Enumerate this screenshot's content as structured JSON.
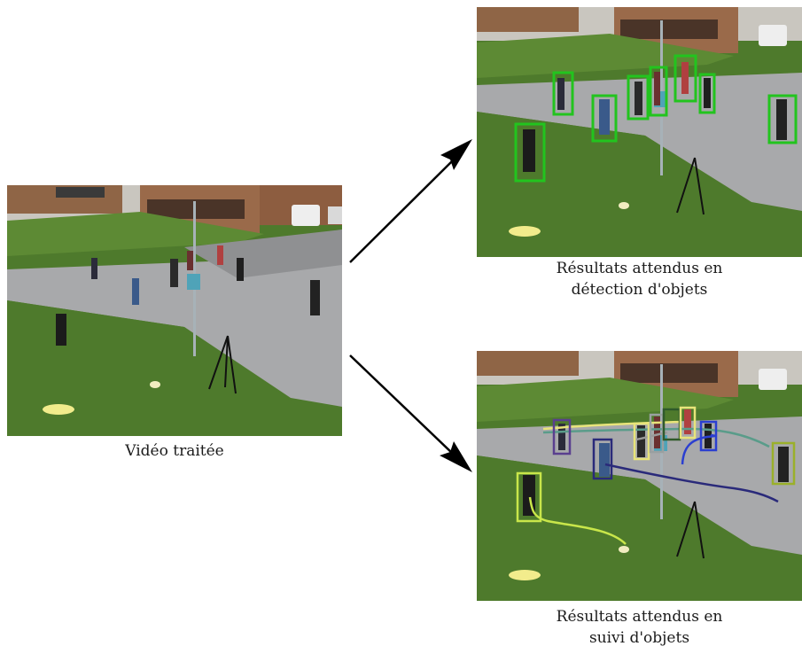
{
  "captions": {
    "source": "Vidéo traitée",
    "detection_line1": "Résultats attendus en",
    "detection_line2": "détection d'objets",
    "tracking_line1": "Résultats attendus en",
    "tracking_line2": "suivi d'objets"
  },
  "colors": {
    "detection_box": "#22c41e",
    "track_yellow_green": "#c9e64a",
    "track_navy": "#2a2a7a",
    "track_blue": "#2b3fd0",
    "track_teal": "#5a9c8a",
    "track_purple": "#5a3f8f",
    "track_dark_green": "#2f5a2a",
    "track_pale_yellow": "#e8e47a",
    "grass": "#4e7a2c",
    "road": "#a8a9ab",
    "building": "#9a6a4a"
  }
}
